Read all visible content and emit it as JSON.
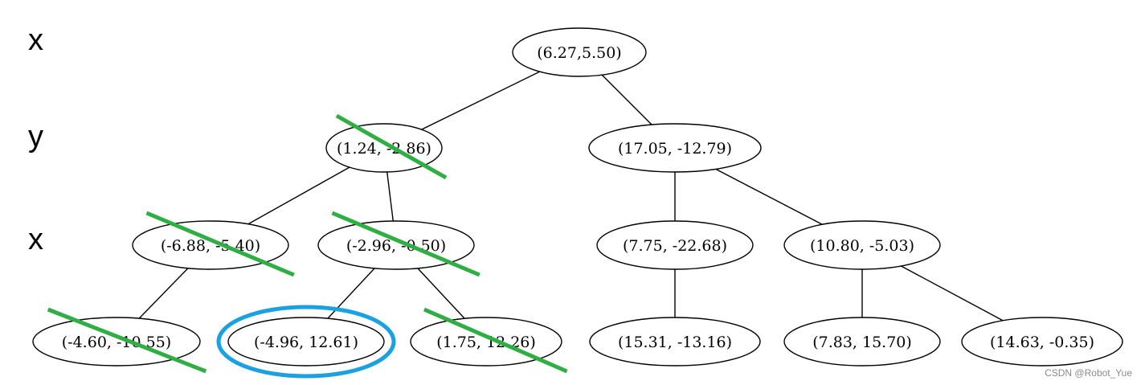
{
  "axis_labels": [
    "x",
    "y",
    "x"
  ],
  "nodes": [
    {
      "id": "root",
      "label": "(6.27,5.50)",
      "struck": false,
      "highlighted": false
    },
    {
      "id": "l",
      "label": "(1.24, -2.86)",
      "struck": true,
      "highlighted": false
    },
    {
      "id": "r",
      "label": "(17.05, -12.79)",
      "struck": false,
      "highlighted": false
    },
    {
      "id": "ll",
      "label": "(-6.88, -5.40)",
      "struck": true,
      "highlighted": false
    },
    {
      "id": "lr",
      "label": "(-2.96, -0.50)",
      "struck": true,
      "highlighted": false
    },
    {
      "id": "rl",
      "label": "(7.75, -22.68)",
      "struck": false,
      "highlighted": false
    },
    {
      "id": "rr",
      "label": "(10.80, -5.03)",
      "struck": false,
      "highlighted": false
    },
    {
      "id": "lll",
      "label": "(-4.60, -10.55)",
      "struck": true,
      "highlighted": false
    },
    {
      "id": "lrl",
      "label": "(-4.96, 12.61)",
      "struck": false,
      "highlighted": true
    },
    {
      "id": "lrr",
      "label": "(1.75, 12.26)",
      "struck": true,
      "highlighted": false
    },
    {
      "id": "rll",
      "label": "(15.31, -13.16)",
      "struck": false,
      "highlighted": false
    },
    {
      "id": "rrl",
      "label": "(7.83, 15.70)",
      "struck": false,
      "highlighted": false
    },
    {
      "id": "rrr",
      "label": "(14.63, -0.35)",
      "struck": false,
      "highlighted": false
    }
  ],
  "edges": [
    [
      "root",
      "l"
    ],
    [
      "root",
      "r"
    ],
    [
      "l",
      "ll"
    ],
    [
      "l",
      "lr"
    ],
    [
      "r",
      "rl"
    ],
    [
      "r",
      "rr"
    ],
    [
      "ll",
      "lll"
    ],
    [
      "lr",
      "lrl"
    ],
    [
      "lr",
      "lrr"
    ],
    [
      "rl",
      "rll"
    ],
    [
      "rr",
      "rrl"
    ],
    [
      "rr",
      "rrr"
    ]
  ],
  "watermark": "CSDN @Robot_Yue",
  "colors": {
    "strike": "#2fae44",
    "highlight": "#1ba1e2"
  }
}
